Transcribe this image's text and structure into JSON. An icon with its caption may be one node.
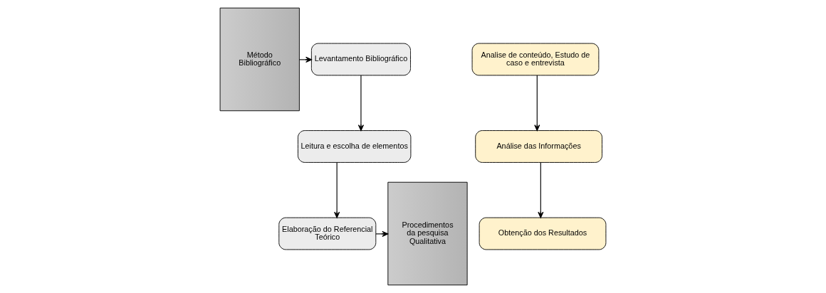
{
  "diagram": {
    "nodes": [
      {
        "text": [
          "Método Bibliográfico"
        ]
      },
      {
        "text": [
          "Levantamento Bibliográfico"
        ]
      },
      {
        "text": [
          "Leitura e escolha de elementos"
        ]
      },
      {
        "text": [
          "Elaboração do Referencial Teórico"
        ]
      },
      {
        "text": [
          "Procedimentos da pesquisa Qualitativa"
        ]
      },
      {
        "text": [
          "Analise de conteúdo, Estudo de caso e entrevista"
        ]
      },
      {
        "text": [
          "Análise das Informações"
        ]
      },
      {
        "text": [
          "Obtenção dos Resultados"
        ]
      }
    ],
    "edges": [
      {
        "from": 0,
        "to": 1,
        "arrow": "to"
      },
      {
        "from": 1,
        "to": 2,
        "arrow": "to"
      },
      {
        "from": 2,
        "to": 3,
        "arrow": "to"
      },
      {
        "from": 3,
        "to": 4,
        "arrow": "to"
      },
      {
        "from": 5,
        "to": 6,
        "arrow": "to"
      },
      {
        "from": 6,
        "to": 7,
        "arrow": "to"
      }
    ]
  }
}
